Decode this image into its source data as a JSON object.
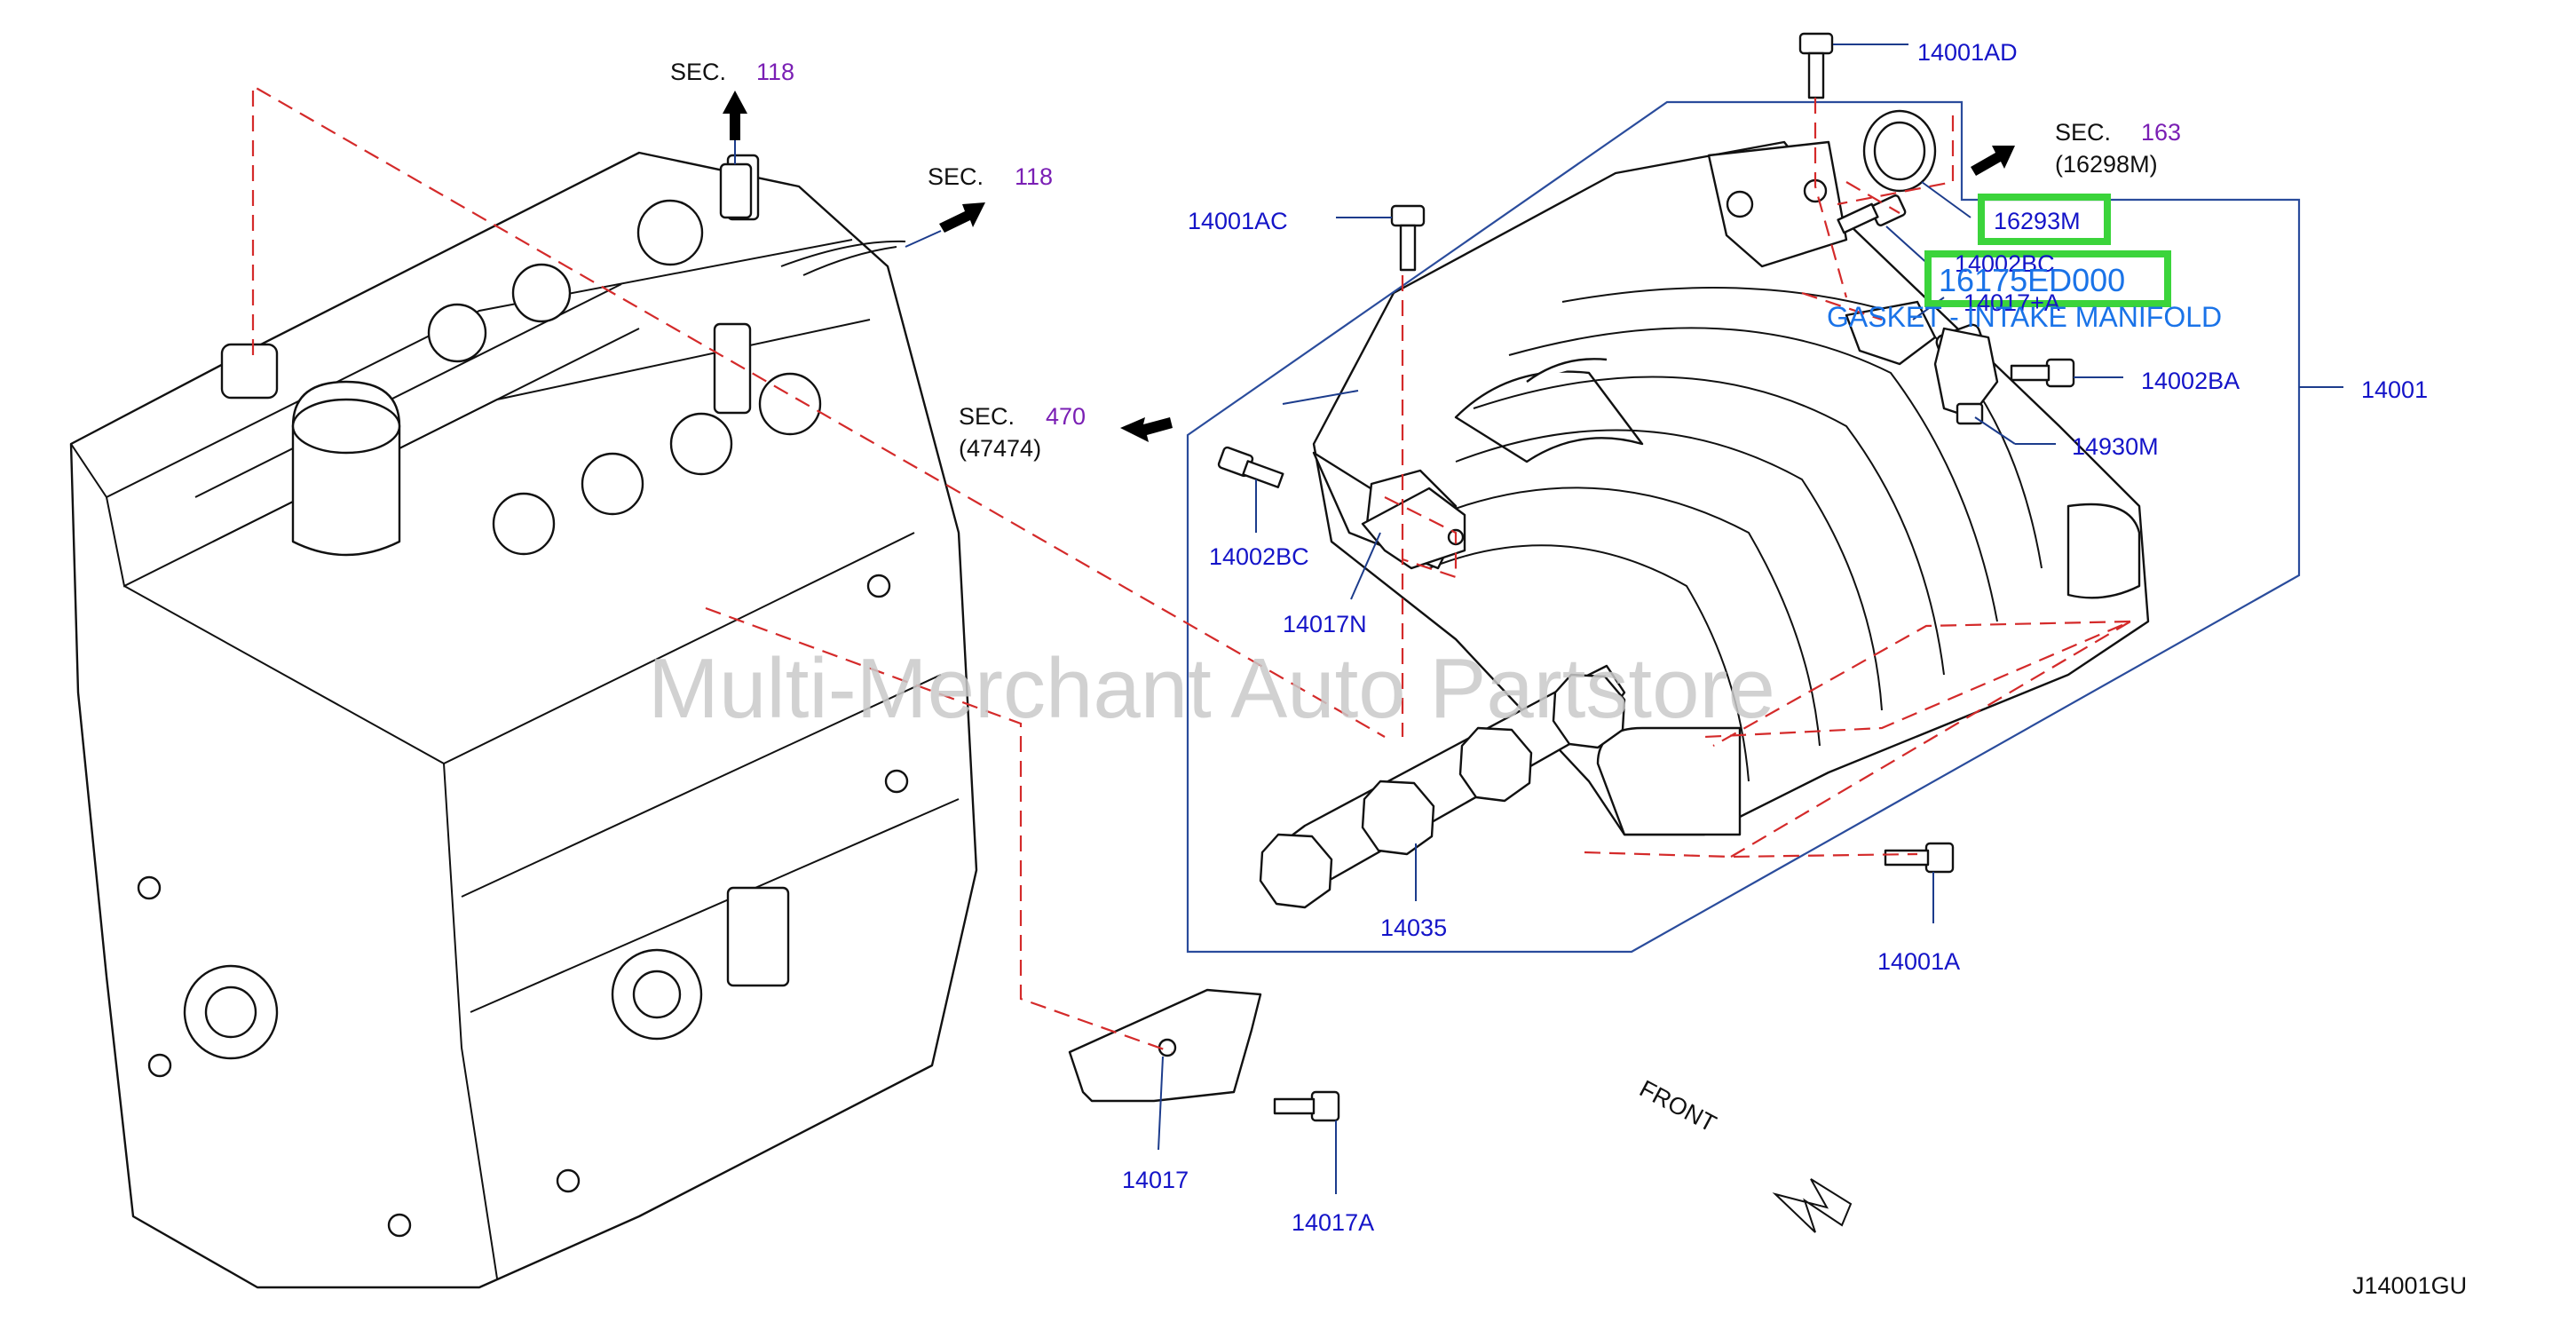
{
  "labels": {
    "p14001AD": "14001AD",
    "p14001AC": "14001AC",
    "p16293M": "16293M",
    "p14002BC_top": "14002BC",
    "p14017pA": "14017+A",
    "p16175ED000": "16175ED000",
    "gasket_title": "GASKET - INTAKE MANIFOLD",
    "p14002BA": "14002BA",
    "p14001": "14001",
    "p14930M": "14930M",
    "p14002BC": "14002BC",
    "p14017N": "14017N",
    "p14035": "14035",
    "p14001A": "14001A",
    "p14017": "14017",
    "p14017A": "14017A"
  },
  "sections": {
    "sec_word": "SEC.",
    "s1_num": "118",
    "s2_num": "118",
    "s3_num": "163",
    "s3_sub": "(16298M)",
    "s4_num": "470",
    "s4_sub": "(47474)"
  },
  "front": "FRONT",
  "diagram_code": "J14001GU",
  "watermark": "Multi-Merchant Auto Partstore",
  "colors": {
    "part_label": "#1414c8",
    "section_number": "#7a1fb4",
    "highlight_box": "#3bd43b",
    "highlight_text": "#1a73e8",
    "reference_line": "#d42a2a",
    "frame_line": "#2a4c9c"
  }
}
